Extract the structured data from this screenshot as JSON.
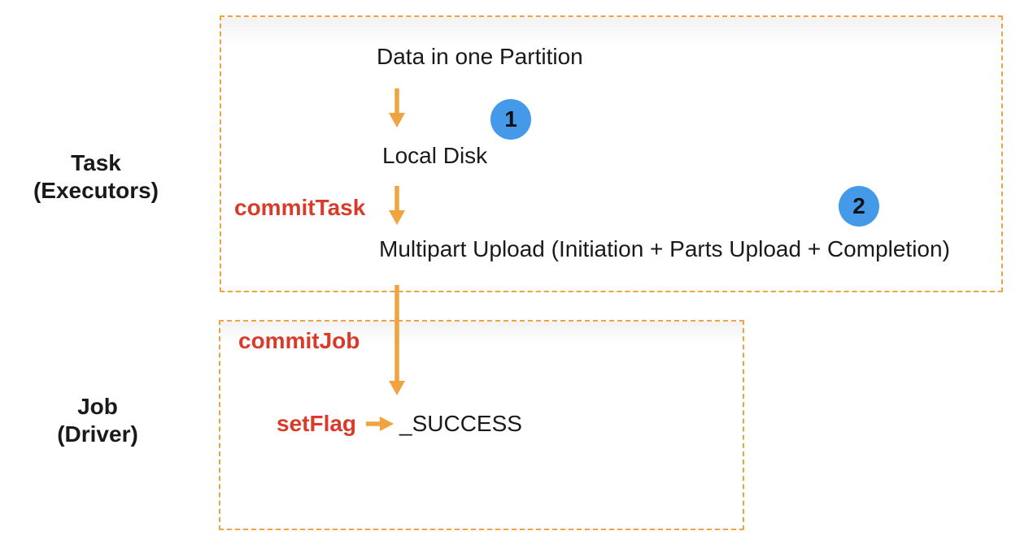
{
  "colors": {
    "accent_orange": "#F1A33F",
    "accent_red": "#D93B2A",
    "badge_blue": "#449AE8",
    "text_ink": "#1A1A1A"
  },
  "side_labels": {
    "task_group": {
      "line1": "Task",
      "line2": "(Executors)"
    },
    "job_group": {
      "line1": "Job",
      "line2": "(Driver)"
    }
  },
  "task_box": {
    "data_in_partition": "Data in one Partition",
    "local_disk": "Local Disk",
    "commit_task_label": "commitTask",
    "multipart_upload": "Multipart Upload (Initiation + Parts Upload + Completion)",
    "badge_1": "1",
    "badge_2": "2"
  },
  "job_box": {
    "commit_job_label": "commitJob",
    "set_flag_label": "setFlag",
    "success_flag": "_SUCCESS"
  }
}
